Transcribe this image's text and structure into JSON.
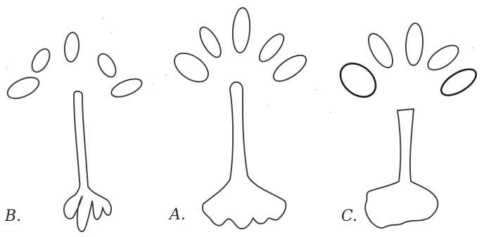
{
  "figure": {
    "panels": [
      {
        "id": "b",
        "label": "B."
      },
      {
        "id": "a",
        "label": "A."
      },
      {
        "id": "c",
        "label": "C."
      }
    ],
    "ink_color": "#3a3a3a",
    "background_color": "#ffffff"
  }
}
